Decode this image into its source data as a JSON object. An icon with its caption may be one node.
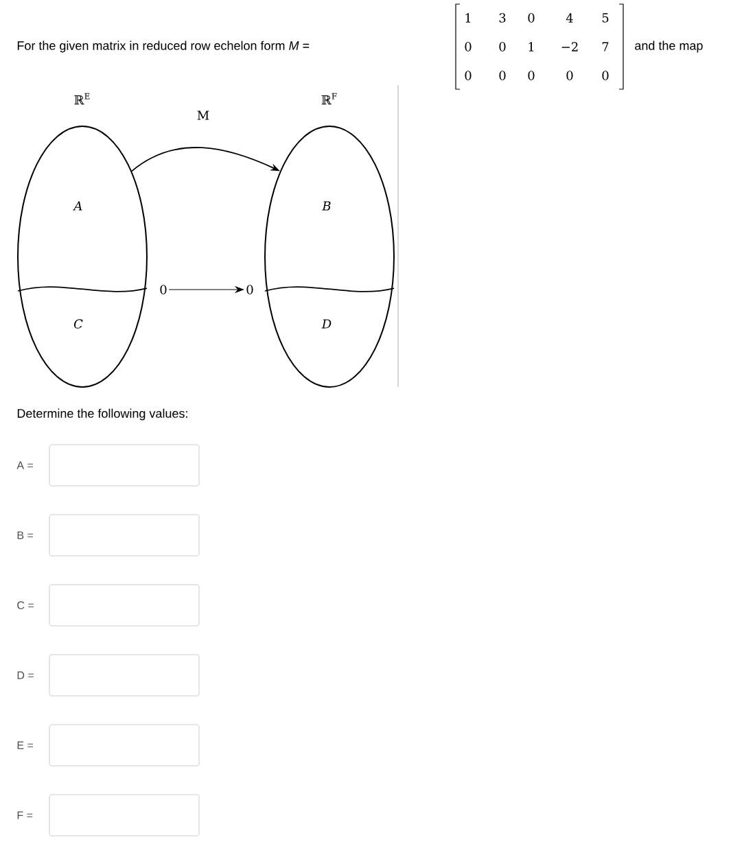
{
  "diagram": {
    "nodes": [
      {
        "text": [
          "ℝ$^{E}$"
        ]
      },
      {
        "text": [
          "A"
        ],
        "in": 0
      },
      {
        "text": [
          "C"
        ],
        "in": 0
      },
      {
        "text": [
          "ℝ$^{F}$"
        ]
      },
      {
        "text": [
          "B"
        ],
        "in": 3
      },
      {
        "text": [
          "D"
        ],
        "in": 3
      },
      {
        "text": [
          "0"
        ]
      },
      {
        "text": [
          "0"
        ]
      }
    ],
    "edges": [
      {
        "from": 0,
        "to": 3,
        "arrow": "to",
        "label": "M"
      },
      {
        "from": 6,
        "to": 7,
        "arrow": "to"
      }
    ],
    "labels": [
      "For the given matrix in reduced row echelon form *M* =",
      "1",
      "3",
      "0",
      "4",
      "5",
      "0",
      "0",
      "1",
      "−2",
      "7",
      "0",
      "0",
      "0",
      "0",
      "0",
      "and the map",
      "Determine the following values:",
      "A =",
      "B =",
      "C =",
      "D =",
      "E =",
      "F ="
    ]
  }
}
